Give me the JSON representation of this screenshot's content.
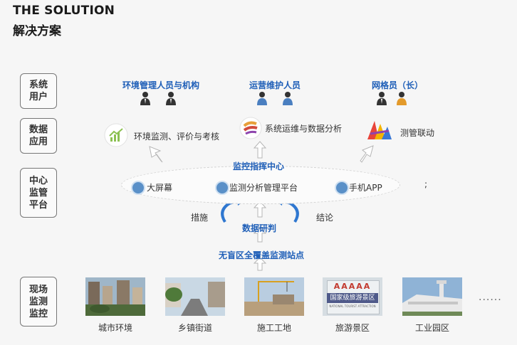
{
  "header": {
    "title_en": "THE SOLUTION",
    "title_cn": "解决方案"
  },
  "rows": [
    {
      "label": "系统\n用户"
    },
    {
      "label": "数据\n应用"
    },
    {
      "label": "中心\n监管\n平台"
    },
    {
      "label": "现场\n监测\n监控"
    }
  ],
  "users": [
    {
      "label": "环境管理人员与机构"
    },
    {
      "label": "运营维护人员"
    },
    {
      "label": "网格员（长）"
    }
  ],
  "applications": [
    {
      "label": "环境监测、评价与考核"
    },
    {
      "label": "系统运维与数据分析"
    },
    {
      "label": "测管联动"
    }
  ],
  "center": {
    "title": "监控指挥中心",
    "items": [
      {
        "label": "大屏幕"
      },
      {
        "label": "监测分析管理平台"
      },
      {
        "label": "手机APP"
      }
    ],
    "semicolon": ";"
  },
  "analysis": {
    "left": "措施",
    "middle": "数据研判",
    "right": "结论"
  },
  "stations": {
    "label": "无盲区全覆盖监测站点"
  },
  "sites": [
    {
      "label": "城市环境"
    },
    {
      "label": "乡镇街道"
    },
    {
      "label": "施工工地"
    },
    {
      "label": "旅游景区",
      "sign_top": "AAAAA",
      "sign_main": "国家级旅游景区",
      "sign_sub": "NATIONAL TOURIST ATTRACTION"
    },
    {
      "label": "工业园区"
    }
  ],
  "more": "......"
}
